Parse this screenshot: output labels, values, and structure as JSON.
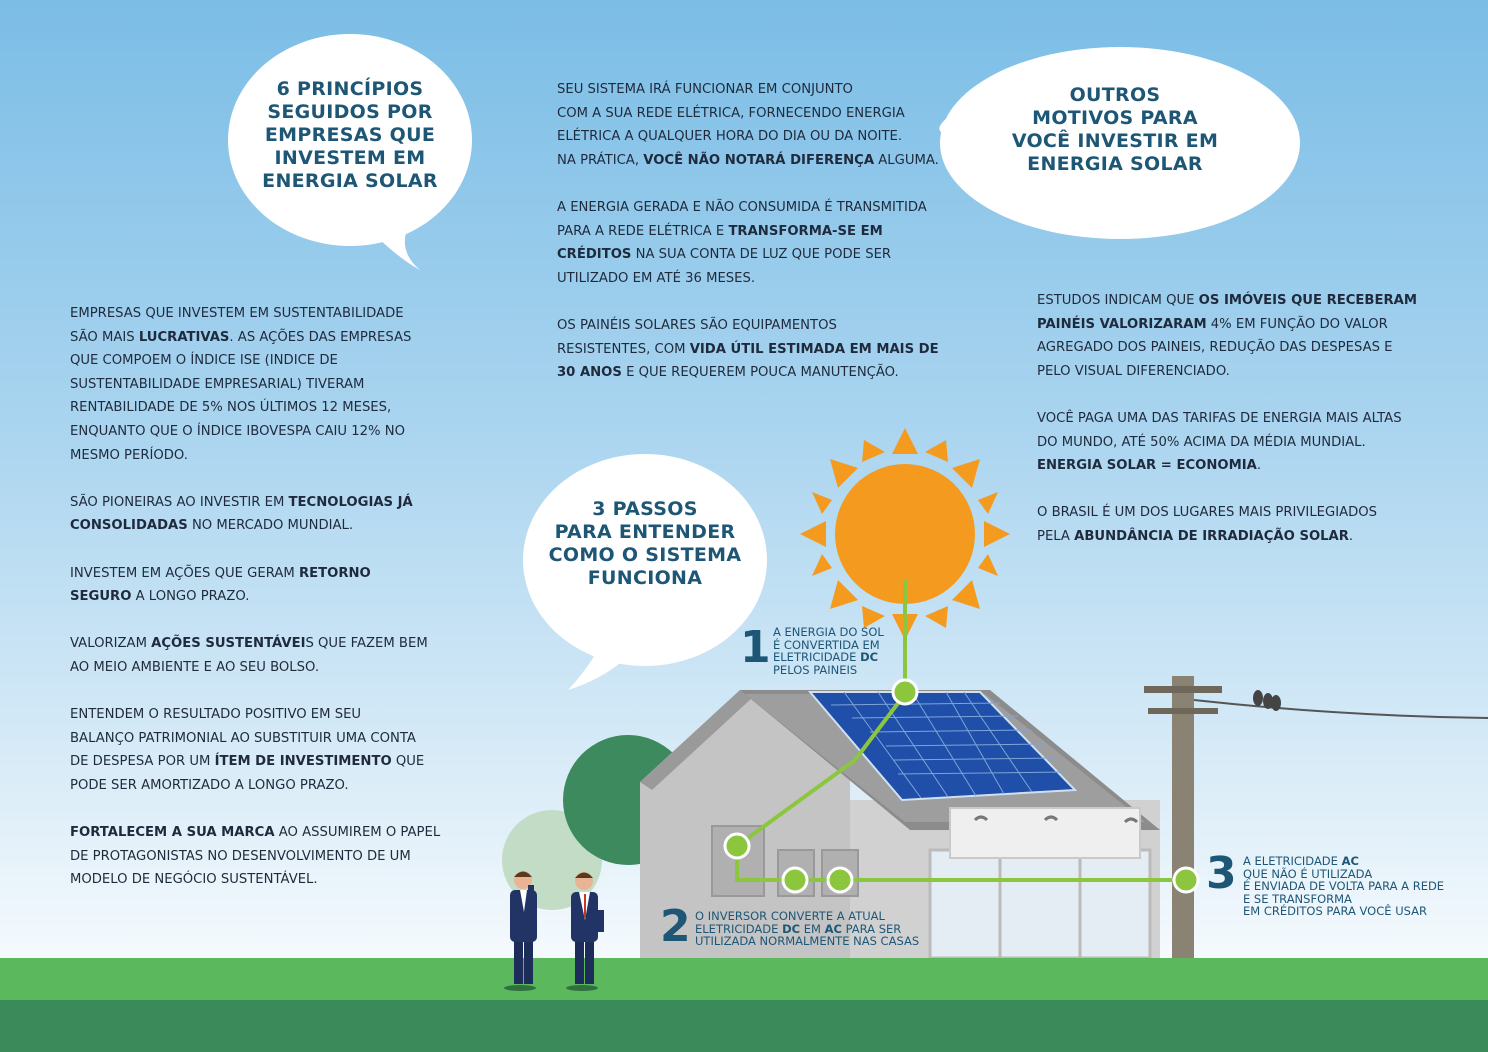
{
  "bubbles": {
    "principles_title": [
      "6 PRINCÍPIOS",
      "SEGUIDOS POR",
      "EMPRESAS QUE",
      "INVESTEM EM",
      "ENERGIA SOLAR"
    ],
    "steps_title": [
      "3 PASSOS",
      "PARA ENTENDER",
      "COMO O SISTEMA",
      "FUNCIONA"
    ],
    "reasons_title": [
      "OUTROS",
      "MOTIVOS PARA",
      "VOCÊ INVESTIR EM",
      "ENERGIA SOLAR"
    ]
  },
  "left_column": [
    [
      {
        "t": "EMPRESAS QUE INVESTEM EM SUSTENTABILIDADE",
        "br": true
      },
      {
        "t": "SÃO MAIS "
      },
      {
        "t": "LUCRATIVAS",
        "b": true
      },
      {
        "t": ". AS AÇÕES DAS EMPRESAS",
        "br": true
      },
      {
        "t": "QUE COMPOEM O ÍNDICE ISE (INDICE DE",
        "br": true
      },
      {
        "t": "SUSTENTABILIDADE EMPRESARIAL) TIVERAM",
        "br": true
      },
      {
        "t": "RENTABILIDADE DE 5% NOS ÚLTIMOS 12 MESES,",
        "br": true
      },
      {
        "t": "ENQUANTO QUE O ÍNDICE IBOVESPA CAIU 12% NO",
        "br": true
      },
      {
        "t": "MESMO PERÍODO."
      }
    ],
    [
      {
        "t": "SÃO PIONEIRAS AO INVESTIR EM "
      },
      {
        "t": "TECNOLOGIAS JÁ",
        "b": true,
        "br": true
      },
      {
        "t": "CONSOLIDADAS",
        "b": true
      },
      {
        "t": " NO MERCADO MUNDIAL."
      }
    ],
    [
      {
        "t": "INVESTEM EM AÇÕES QUE GERAM "
      },
      {
        "t": "RETORNO",
        "b": true,
        "br": true
      },
      {
        "t": "SEGURO",
        "b": true
      },
      {
        "t": " A LONGO PRAZO."
      }
    ],
    [
      {
        "t": "VALORIZAM "
      },
      {
        "t": "AÇÕES SUSTENTÁVEI",
        "b": true
      },
      {
        "t": "S QUE FAZEM BEM",
        "br": true
      },
      {
        "t": "AO MEIO AMBIENTE E AO SEU BOLSO."
      }
    ],
    [
      {
        "t": "ENTENDEM O RESULTADO POSITIVO EM SEU",
        "br": true
      },
      {
        "t": "BALANÇO PATRIMONIAL AO SUBSTITUIR UMA CONTA",
        "br": true
      },
      {
        "t": "DE DESPESA POR UM "
      },
      {
        "t": "ÍTEM DE INVESTIMENTO",
        "b": true
      },
      {
        "t": " QUE",
        "br": true
      },
      {
        "t": "PODE SER AMORTIZADO A LONGO PRAZO."
      }
    ],
    [
      {
        "t": "FORTALECEM A SUA MARCA",
        "b": true
      },
      {
        "t": " AO ASSUMIREM O PAPEL",
        "br": true
      },
      {
        "t": "DE PROTAGONISTAS NO DESENVOLVIMENTO DE UM",
        "br": true
      },
      {
        "t": "MODELO DE NEGÓCIO SUSTENTÁVEL."
      }
    ]
  ],
  "middle_column": [
    [
      {
        "t": "SEU SISTEMA IRÁ FUNCIONAR EM CONJUNTO",
        "br": true
      },
      {
        "t": "COM A SUA REDE ELÉTRICA, FORNECENDO ENERGIA",
        "br": true
      },
      {
        "t": "ELÉTRICA A QUALQUER HORA DO DIA OU DA NOITE.",
        "br": true
      },
      {
        "t": "NA PRÁTICA, "
      },
      {
        "t": "VOCÊ NÃO NOTARÁ DIFERENÇA",
        "b": true
      },
      {
        "t": " ALGUMA."
      }
    ],
    [
      {
        "t": "A ENERGIA GERADA E NÃO CONSUMIDA É TRANSMITIDA",
        "br": true
      },
      {
        "t": "PARA A REDE ELÉTRICA E "
      },
      {
        "t": "TRANSFORMA-SE EM",
        "b": true,
        "br": true
      },
      {
        "t": "CRÉDITOS",
        "b": true
      },
      {
        "t": " NA SUA CONTA DE LUZ QUE PODE SER",
        "br": true
      },
      {
        "t": "UTILIZADO EM ATÉ 36 MESES."
      }
    ],
    [
      {
        "t": "OS PAINÉIS SOLARES SÃO EQUIPAMENTOS",
        "br": true
      },
      {
        "t": "RESISTENTES, COM "
      },
      {
        "t": "VIDA ÚTIL ESTIMADA EM MAIS DE",
        "b": true,
        "br": true
      },
      {
        "t": "30 ANOS",
        "b": true
      },
      {
        "t": " E QUE REQUEREM POUCA MANUTENÇÃO."
      }
    ]
  ],
  "right_column": [
    [
      {
        "t": "ESTUDOS INDICAM QUE "
      },
      {
        "t": "OS IMÓVEIS QUE RECEBERAM",
        "b": true,
        "br": true
      },
      {
        "t": "PAINÉIS VALORIZARAM",
        "b": true
      },
      {
        "t": " 4% EM FUNÇÃO DO VALOR",
        "br": true
      },
      {
        "t": "AGREGADO DOS PAINEIS, REDUÇÃO DAS DESPESAS E",
        "br": true
      },
      {
        "t": "PELO VISUAL DIFERENCIADO."
      }
    ],
    [
      {
        "t": "VOCÊ PAGA UMA DAS TARIFAS DE ENERGIA MAIS ALTAS",
        "br": true
      },
      {
        "t": "DO MUNDO, ATÉ 50% ACIMA DA MÉDIA MUNDIAL.",
        "br": true
      },
      {
        "t": "ENERGIA SOLAR = ECONOMIA",
        "b": true
      },
      {
        "t": "."
      }
    ],
    [
      {
        "t": "O BRASIL É UM DOS LUGARES MAIS PRIVILEGIADOS",
        "br": true
      },
      {
        "t": "PELA "
      },
      {
        "t": "ABUNDÂNCIA DE IRRADIAÇÃO SOLAR",
        "b": true
      },
      {
        "t": "."
      }
    ]
  ],
  "steps": [
    {
      "num": "1",
      "text": [
        {
          "t": "A ENERGIA DO SOL",
          "br": true
        },
        {
          "t": "É CONVERTIDA EM",
          "br": true
        },
        {
          "t": "ELETRICIDADE "
        },
        {
          "t": "DC",
          "b": true,
          "br": true
        },
        {
          "t": "PELOS PAINEIS"
        }
      ]
    },
    {
      "num": "2",
      "text": [
        {
          "t": "O INVERSOR CONVERTE A ATUAL",
          "br": true
        },
        {
          "t": "ELETRICIDADE "
        },
        {
          "t": "DC",
          "b": true
        },
        {
          "t": " EM "
        },
        {
          "t": "AC",
          "b": true
        },
        {
          "t": " PARA SER",
          "br": true
        },
        {
          "t": "UTILIZADA NORMALMENTE NAS CASAS"
        }
      ]
    },
    {
      "num": "3",
      "text": [
        {
          "t": "A ELETRICIDADE "
        },
        {
          "t": "AC",
          "b": true,
          "br": true
        },
        {
          "t": "QUE NÃO É UTILIZADA",
          "br": true
        },
        {
          "t": "É ENVIADA DE VOLTA PARA A REDE",
          "br": true
        },
        {
          "t": "E SE TRANSFORMA",
          "br": true
        },
        {
          "t": "EM CRÉDITOS PARA VOCÊ USAR"
        }
      ]
    }
  ],
  "colors": {
    "title_blue": "#1e5676",
    "text_dark": "#1f2a3c",
    "sun_orange": "#f39a1f",
    "wire_green": "#8cc63f",
    "grass_green": "#5cb85c",
    "ground_green": "#3a8a5a",
    "house_grey": "#bfbfbf",
    "panel_blue": "#1f4fa8"
  },
  "icons": [
    "sun-icon",
    "house-illustration",
    "solar-panel-icon",
    "utility-pole-icon",
    "birds-icon",
    "tree-icon",
    "businessmen-illustration"
  ]
}
